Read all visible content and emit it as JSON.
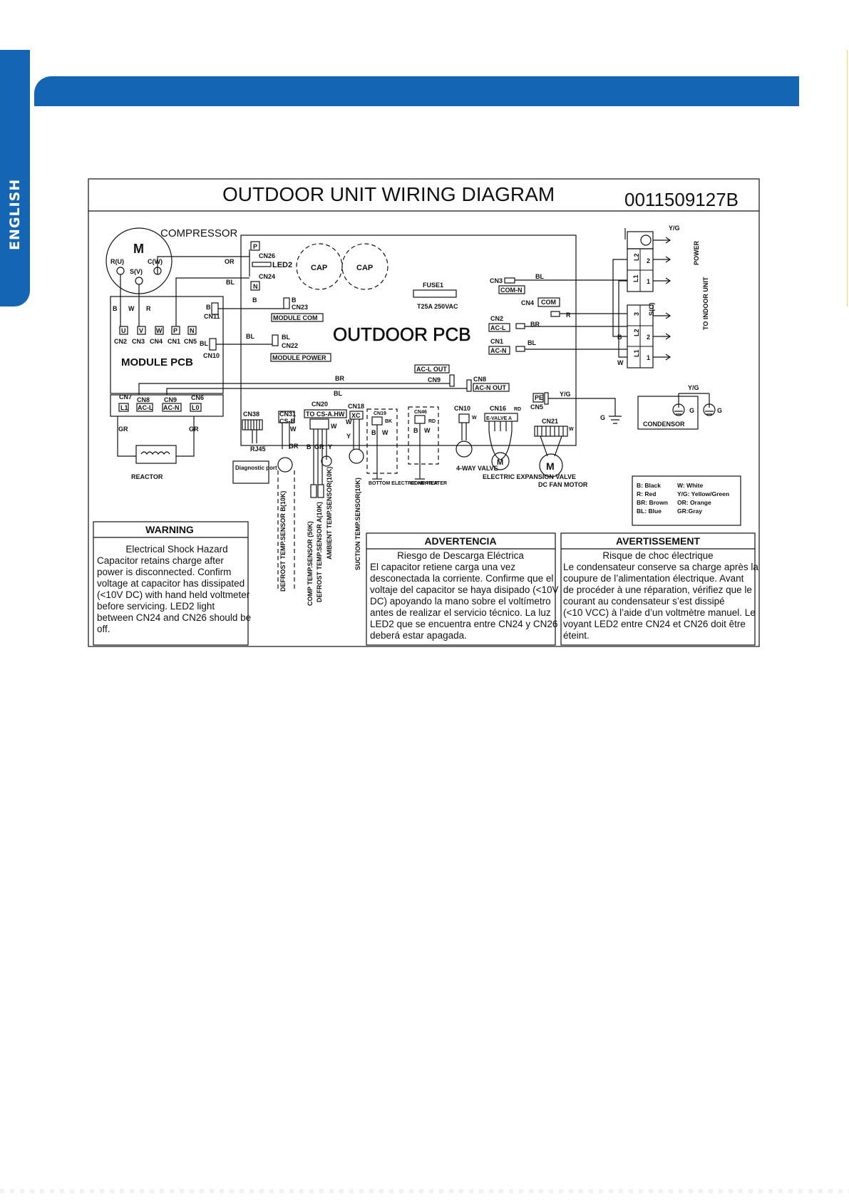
{
  "sidebar": {
    "language_tab": "ENGLISH"
  },
  "diagram": {
    "title": "OUTDOOR UNIT WIRING DIAGRAM",
    "code": "0011509127B",
    "labels": {
      "compressor": "COMPRESSOR",
      "motor_m": "M",
      "r_u": "R(U)",
      "s_v": "S(V)",
      "c_w": "C(W)",
      "b": "B",
      "w": "W",
      "r": "R",
      "bl": "BL",
      "or": "OR",
      "br": "BR",
      "gr": "GR",
      "yg": "Y/G",
      "rd": "RD",
      "bk": "BK",
      "y": "Y",
      "cn2": "CN2",
      "cn3": "CN3",
      "cn4": "CN4",
      "cn1": "CN1",
      "cn5": "CN5",
      "cn10": "CN10",
      "cn11": "CN11",
      "u": "U",
      "v": "V",
      "wpin": "W",
      "p": "P",
      "n": "N",
      "module_pcb": "MODULE PCB",
      "cn7": "CN7",
      "cn8": "CN8",
      "cn9": "CN9",
      "cn6": "CN6",
      "l1": "L1",
      "acl": "AC-L",
      "acn": "AC-N",
      "l0": "L0",
      "reactor": "REACTOR",
      "cn26": "CN26",
      "led2": "LED2",
      "cn24": "CN24",
      "cap": "CAP",
      "cn23": "CN23",
      "module_com": "MODULE COM",
      "cn22": "CN22",
      "module_power": "MODULE POWER",
      "outdoor_pcb": "OUTDOOR PCB",
      "fuse": "FUSE1",
      "fuse_rating": "T25A 250VAC",
      "cn3_pcb": "CN3",
      "com_n": "COM-N",
      "cn4_pcb": "CN4",
      "com": "COM",
      "cn2_pcb": "CN2",
      "cn1_pcb": "CN1",
      "ac_l": "AC-L",
      "ac_n": "AC-N",
      "acl_out": "AC-L OUT",
      "cn9_pcb": "CN9",
      "cn8_pcb": "CN8",
      "acn_out": "AC-N OUT",
      "pe": "PE",
      "cn5_pcb": "CN5",
      "cn38": "CN38",
      "rj45": "RJ45",
      "diag_port": "Diagnostic port",
      "cn31": "CN31",
      "cs_b": "CS-B",
      "cn20": "CN20",
      "to_cs": "TO CS-A.HW",
      "cn18": "CN18",
      "xc": "XC",
      "cn19": "CN19",
      "cn46": "CN46",
      "cn10_pcb": "CN10",
      "cn16": "CN16",
      "evalve": "E-VALVE A",
      "cn21": "CN21",
      "s_defrost_b": "DEFROST TEMP.SENSOR B(10K)",
      "s_comp": "COMP TEMP.SENSOR (50K)",
      "s_defrost_a": "DEFROST TEMP.SENSOR A(10K)",
      "s_ambient": "AMBIENT TEMP.SENSOR(10K)",
      "s_suction": "SUCTION TEMP.SENSOR(10K)",
      "bottom_heater": "BOTTOM ELECTRIC HEATER",
      "comp_heater": "COMP HEATER",
      "four_way": "4-WAY VALVE",
      "eev": "ELECTRIC EXPANSION VALVE",
      "dc_fan": "DC FAN MOTOR",
      "g": "G",
      "condensor": "CONDENSOR",
      "power": "POWER",
      "to_indoor": "TO INDOOR UNIT",
      "t_l2": "L2",
      "t_l1": "L1",
      "t_s": "S(C)",
      "t_2": "2",
      "t_1": "1",
      "t_3": "3"
    },
    "legend": {
      "rows": [
        [
          "B: Black",
          "W: White"
        ],
        [
          "R: Red",
          "Y/G: Yellow/Green"
        ],
        [
          "BR: Brown",
          "OR: Orange"
        ],
        [
          "BL: Blue",
          "GR:Gray"
        ]
      ]
    },
    "warnings": [
      {
        "title": "WARNING",
        "heading": "Electrical Shock Hazard",
        "lines": [
          "Capacitor retains charge after",
          "power is disconnected. Confirm",
          "voltage at capacitor has dissipated",
          "(<10V DC) with hand held voltmeter",
          "before servicing.  LED2 light",
          "between CN24 and CN26 should be",
          "off."
        ]
      },
      {
        "title": "ADVERTENCIA",
        "heading": "Riesgo de Descarga Eléctrica",
        "lines": [
          "El capacitor retiene carga una vez",
          "desconectada la corriente. Confirme que el",
          "voltaje del capacitor se haya disipado (<10V",
          "DC) apoyando la mano sobre el voltímetro",
          "antes de realizar el servicio técnico. La luz",
          "LED2 que se encuentra entre CN24 y CN26",
          "deberá estar apagada."
        ]
      },
      {
        "title": "AVERTISSEMENT",
        "heading": "Risque de choc électrique",
        "lines": [
          "Le condensateur conserve sa charge après la",
          "coupure de l’alimentation électrique. Avant",
          "de procéder à une réparation, vérifiez que le",
          "courant au condensateur s’est dissipé",
          "(<10 VCC) à l’aide d’un voltmètre manuel. Le",
          "voyant LED2 entre CN24 et CN26 doit être",
          "éteint."
        ]
      }
    ]
  }
}
